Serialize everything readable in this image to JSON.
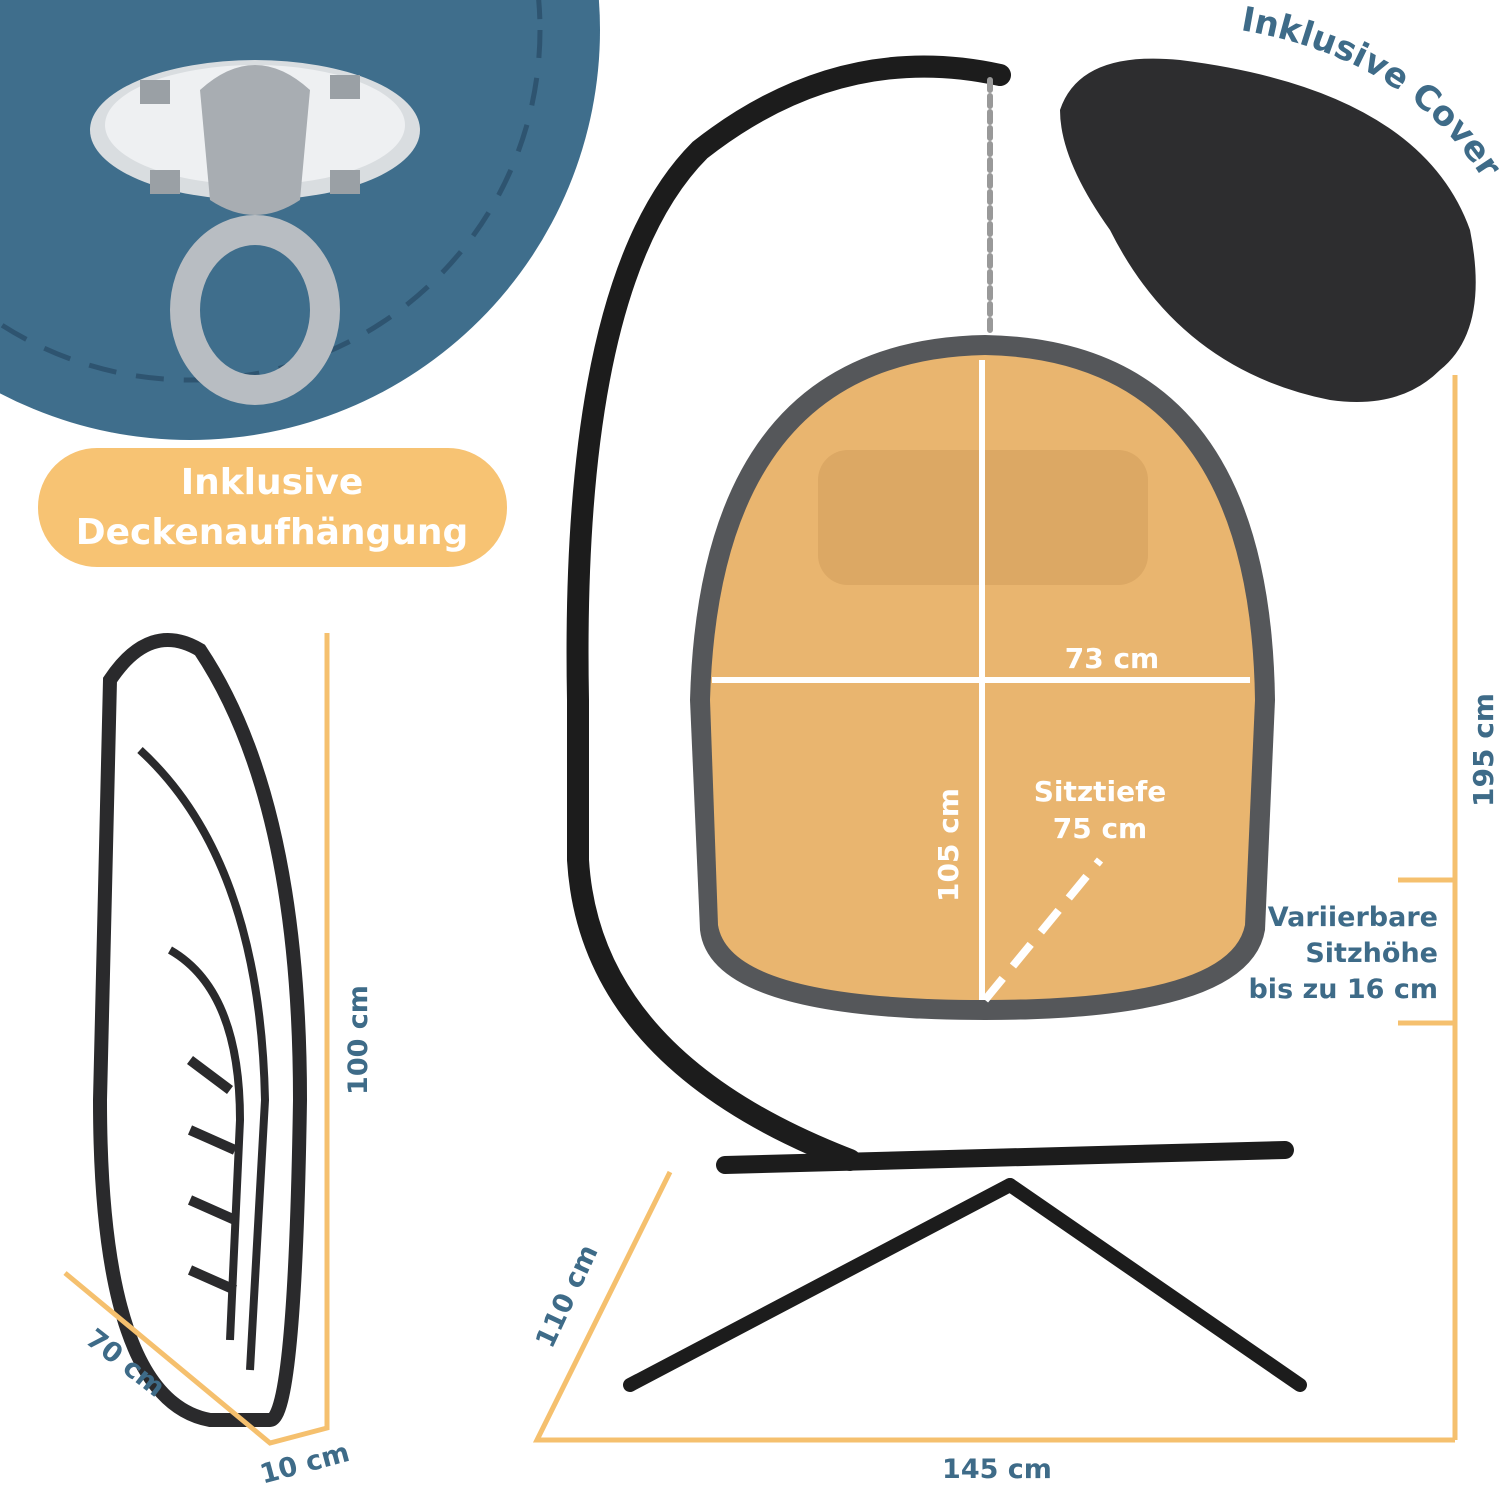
{
  "colors": {
    "blue_panel": "#3f6e8c",
    "accent_orange": "#f7c373",
    "text_blue": "#3e6b88",
    "seat_tan": "#e9b56f",
    "frame_black": "#1c1c1c"
  },
  "badges": {
    "ceiling_mount_line1": "Inklusive",
    "ceiling_mount_line2": "Deckenaufhängung",
    "cover": "Inklusive Cover"
  },
  "dimensions": {
    "seat_width": "73 cm",
    "seat_height": "105 cm",
    "seat_depth_label": "Sitztiefe",
    "seat_depth": "75 cm",
    "total_height": "195 cm",
    "variable_line1": "Variierbare",
    "variable_line2": "Sitzhöhe",
    "variable_line3": "bis zu 16 cm",
    "base_width": "145 cm",
    "base_depth": "110 cm",
    "folded_height": "100 cm",
    "folded_width": "70 cm",
    "folded_depth": "10 cm"
  }
}
